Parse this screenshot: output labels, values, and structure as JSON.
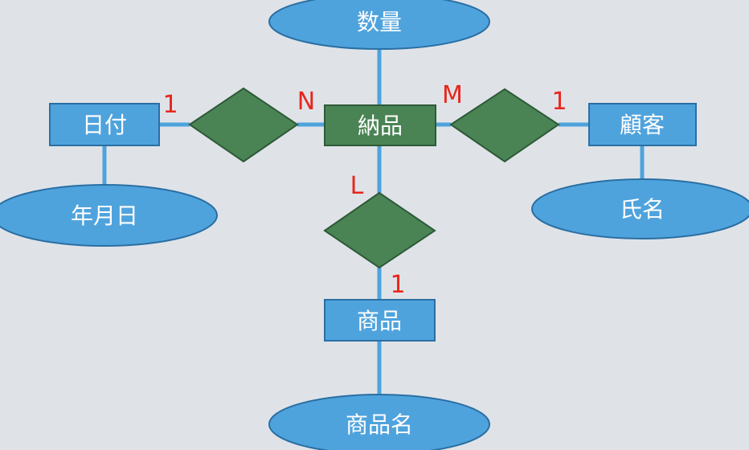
{
  "entities": {
    "date": "日付",
    "delivery": "納品",
    "customer": "顧客",
    "product": "商品"
  },
  "attributes": {
    "quantity": "数量",
    "year_month_day": "年月日",
    "customer_name": "氏名",
    "product_name": "商品名"
  },
  "cardinalities": {
    "date_side": "1",
    "delivery_left": "N",
    "delivery_right": "M",
    "customer_side": "1",
    "delivery_bottom": "L",
    "product_side": "1"
  },
  "colors": {
    "background": "#dfe3e8",
    "entity_fill": "#4fa3dd",
    "delivery_fill": "#4a8455",
    "relationship_fill": "#4a8455",
    "attribute_fill": "#4fa3dd",
    "line": "#4fa3dd",
    "cardinality_text": "#e8261c",
    "label_text": "#ffffff"
  }
}
